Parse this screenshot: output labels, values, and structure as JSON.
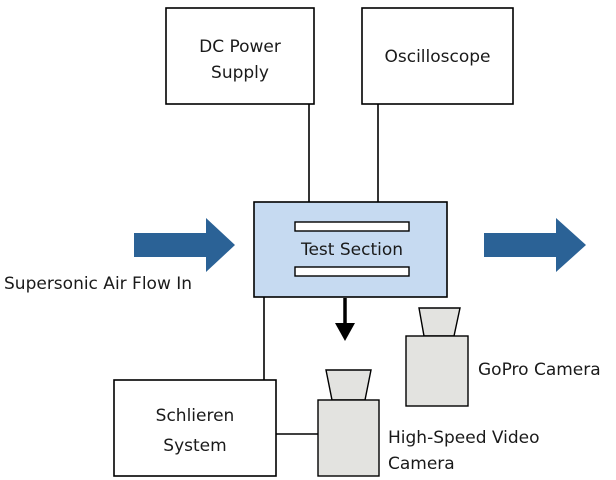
{
  "labels": {
    "dc_power_line1": "DC Power",
    "dc_power_line2": "Supply",
    "oscilloscope": "Oscilloscope",
    "test_section": "Test Section",
    "airflow_in": "Supersonic Air Flow In",
    "schlieren_line1": "Schlieren",
    "schlieren_line2": "System",
    "gopro": "GoPro Camera",
    "hs_cam_line1": "High-Speed Video",
    "hs_cam_line2": "Camera"
  },
  "colors": {
    "flow_arrow": "#2b6296",
    "test_section_fill": "#c6daf1",
    "camera_fill": "#e3e3e0",
    "line": "#000000"
  }
}
